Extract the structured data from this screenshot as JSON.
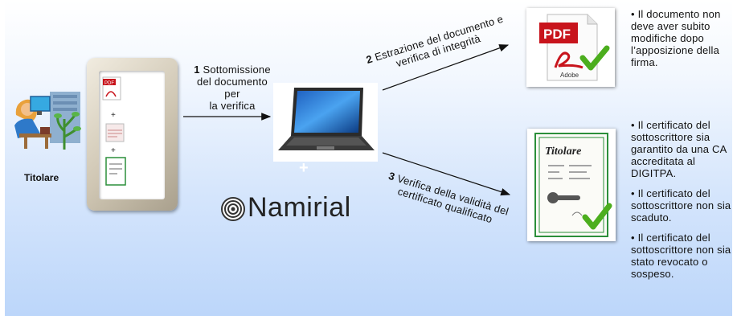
{
  "titolare_label": "Titolare",
  "step1": {
    "number": "1",
    "text_line1": "Sottomissione",
    "text_line2": "del documento per",
    "text_line3": "la verifica"
  },
  "step2": {
    "number": "2",
    "text_line1": "Estrazione del documento e",
    "text_line2": "verifica di integrità"
  },
  "step3": {
    "number": "3",
    "text_line1": "Verifica della validità del",
    "text_line2": "certificato qualificato"
  },
  "plus_sign": "+",
  "brand": "Namirial",
  "pdf_icon": {
    "label": "PDF",
    "vendor": "Adobe"
  },
  "doc_card": {
    "title": "Titolare"
  },
  "doc_notes": [
    "• Il documento non deve aver subito modifiche dopo l’apposizione della firma."
  ],
  "cert_notes": [
    "• Il certificato del sottoscrittore sia garantito da una CA accreditata al DIGITPA.",
    "• Il certificato del sottoscrittore non sia scaduto.",
    "• Il certificato del sottoscrittore non sia stato revocato o sospeso."
  ],
  "colors": {
    "check_green": "#4cae1e",
    "pdf_red": "#c8141c",
    "arrow": "#111111"
  }
}
